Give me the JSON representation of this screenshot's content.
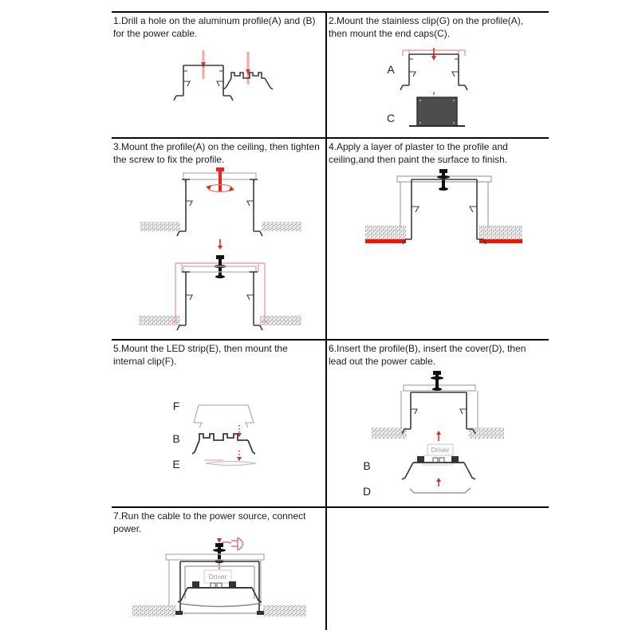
{
  "document": {
    "type": "installation-instructions",
    "steps": [
      {
        "instruction": "1.Drill a hole on the aluminum profile(A) and (B)\nfor the power cable."
      },
      {
        "instruction": "2.Mount the stainless clip(G) on the profile(A),\nthen mount the end caps(C)."
      },
      {
        "instruction": "3.Mount the profile(A) on the ceiling, then tighten\nthe screw to fix the profile."
      },
      {
        "instruction": "4.Apply a layer of plaster to the profile and\nceiling,and then paint the surface to finish."
      },
      {
        "instruction": "5.Mount the LED strip(E), then mount the\ninternal clip(F)."
      },
      {
        "instruction": "6.Insert the profile(B), insert the cover(D), then\nlead out the power cable."
      },
      {
        "instruction": "7.Run the cable to the power source, connect\npower."
      }
    ]
  },
  "labels": {
    "profile_a": "A",
    "end_cap_c": "C",
    "internal_clip_f": "F",
    "profile_b": "B",
    "led_strip_e": "E",
    "cover_d": "D",
    "driver": "Driver"
  },
  "colors": {
    "grid_line": "#0a0a0a",
    "profile_line": "#3c3c3c",
    "clip_gray": "#b9b9b9",
    "accent_red": "#e8251f",
    "drill_pink": "#f2a6a6",
    "plaster_red": "#ee1502",
    "end_cap_fill": "#4d4d4d"
  }
}
